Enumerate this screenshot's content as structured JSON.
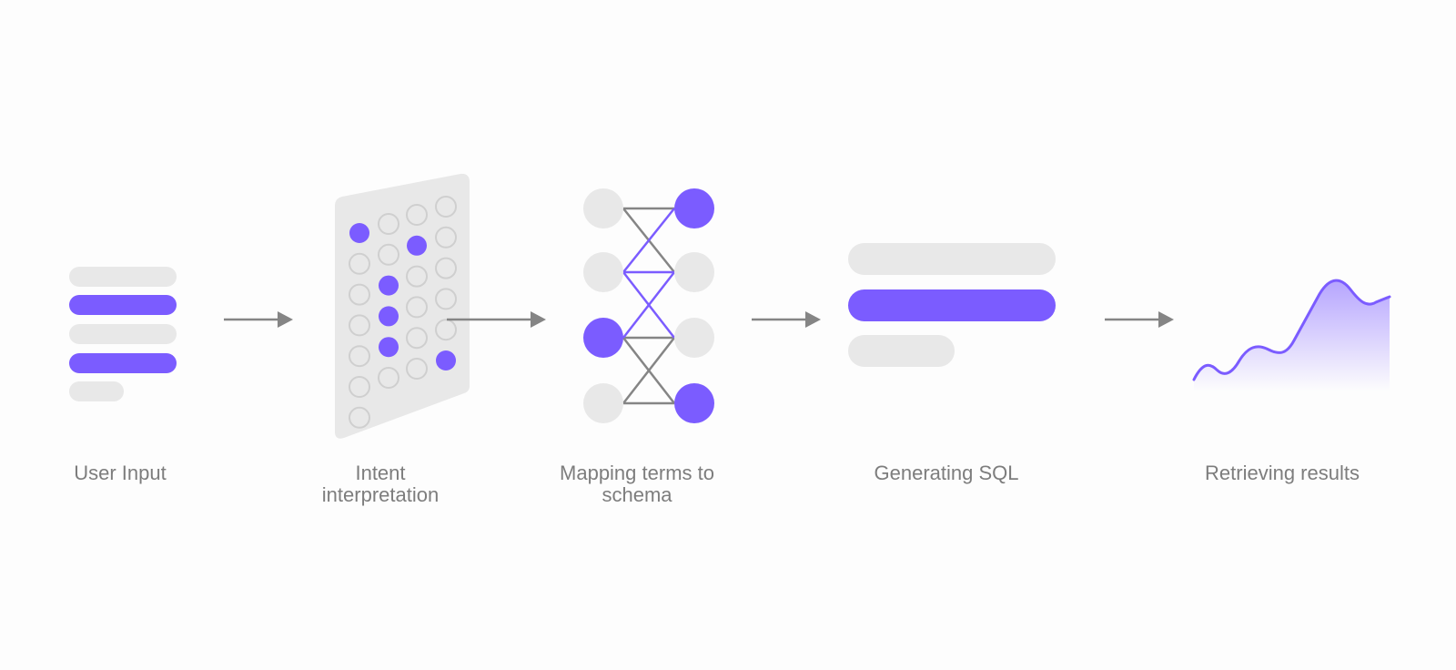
{
  "colors": {
    "accent": "#7b5cff",
    "light_gray": "#e8e8e8",
    "arrow_gray": "#858585",
    "label_gray": "#7d7d7d",
    "background": "#fdfdfd"
  },
  "steps": [
    {
      "label": "User Input",
      "icon": "text-lines-icon"
    },
    {
      "label": "Intent\ninterpretation",
      "icon": "dot-matrix-icon"
    },
    {
      "label": "Mapping terms to\nschema",
      "icon": "node-mapping-icon"
    },
    {
      "label": "Generating SQL",
      "icon": "code-bars-icon"
    },
    {
      "label": "Retrieving results",
      "icon": "line-chart-icon"
    }
  ],
  "arrows": 4
}
